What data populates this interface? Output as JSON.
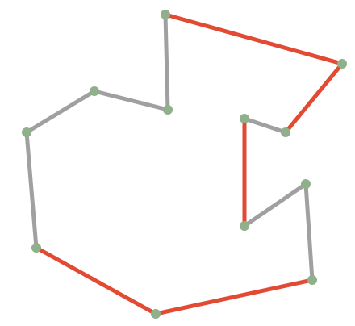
{
  "colors": {
    "background": "#ffffff",
    "red": "#e34a33",
    "gray": "#a0a0a0",
    "node": "#8fb08a"
  },
  "figure": {
    "type": "polygon-path",
    "vertex_count": 12,
    "edges": [
      {
        "from": 0,
        "to": 1,
        "color": "red"
      },
      {
        "from": 1,
        "to": 2,
        "color": "red"
      },
      {
        "from": 2,
        "to": 3,
        "color": "gray"
      },
      {
        "from": 3,
        "to": 4,
        "color": "red"
      },
      {
        "from": 4,
        "to": 5,
        "color": "gray"
      },
      {
        "from": 5,
        "to": 6,
        "color": "gray"
      },
      {
        "from": 6,
        "to": 7,
        "color": "red"
      },
      {
        "from": 7,
        "to": 8,
        "color": "red"
      },
      {
        "from": 8,
        "to": 9,
        "color": "gray"
      },
      {
        "from": 9,
        "to": 10,
        "color": "gray"
      },
      {
        "from": 10,
        "to": 11,
        "color": "gray"
      },
      {
        "from": 11,
        "to": 0,
        "color": "gray"
      }
    ]
  }
}
